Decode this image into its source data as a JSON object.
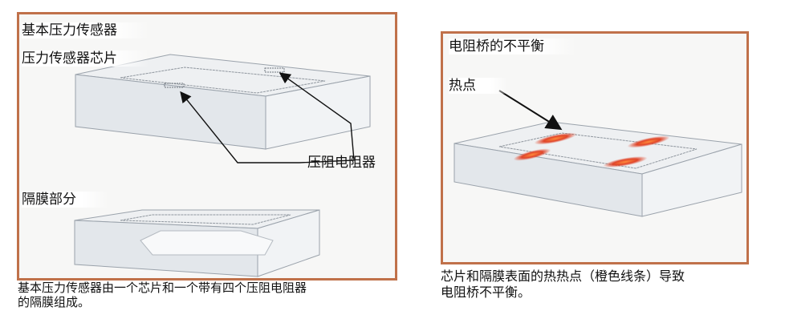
{
  "left_panel": {
    "title": "基本压力传感器",
    "chip_label": "压力传感器芯片",
    "piezoresistor_label": "压阻电阻器",
    "diaphragm_label": "隔膜部分",
    "caption_line1": "基本压力传感器由一个芯片和一个带有四个压阻电阻器",
    "caption_line2": "的隔膜组成。"
  },
  "right_panel": {
    "title": "电阻桥的不平衡",
    "hotspot_label": "热点",
    "caption_line1": "芯片和隔膜表面的热热点（橙色线条）导致",
    "caption_line2": "电阻桥不平衡。"
  },
  "colors": {
    "panel_border": "#c0714a",
    "block_top": "#eef0f2",
    "block_front": "#dfe3e8",
    "block_side": "#c9cfd6",
    "hotspot": "#e0452a"
  }
}
